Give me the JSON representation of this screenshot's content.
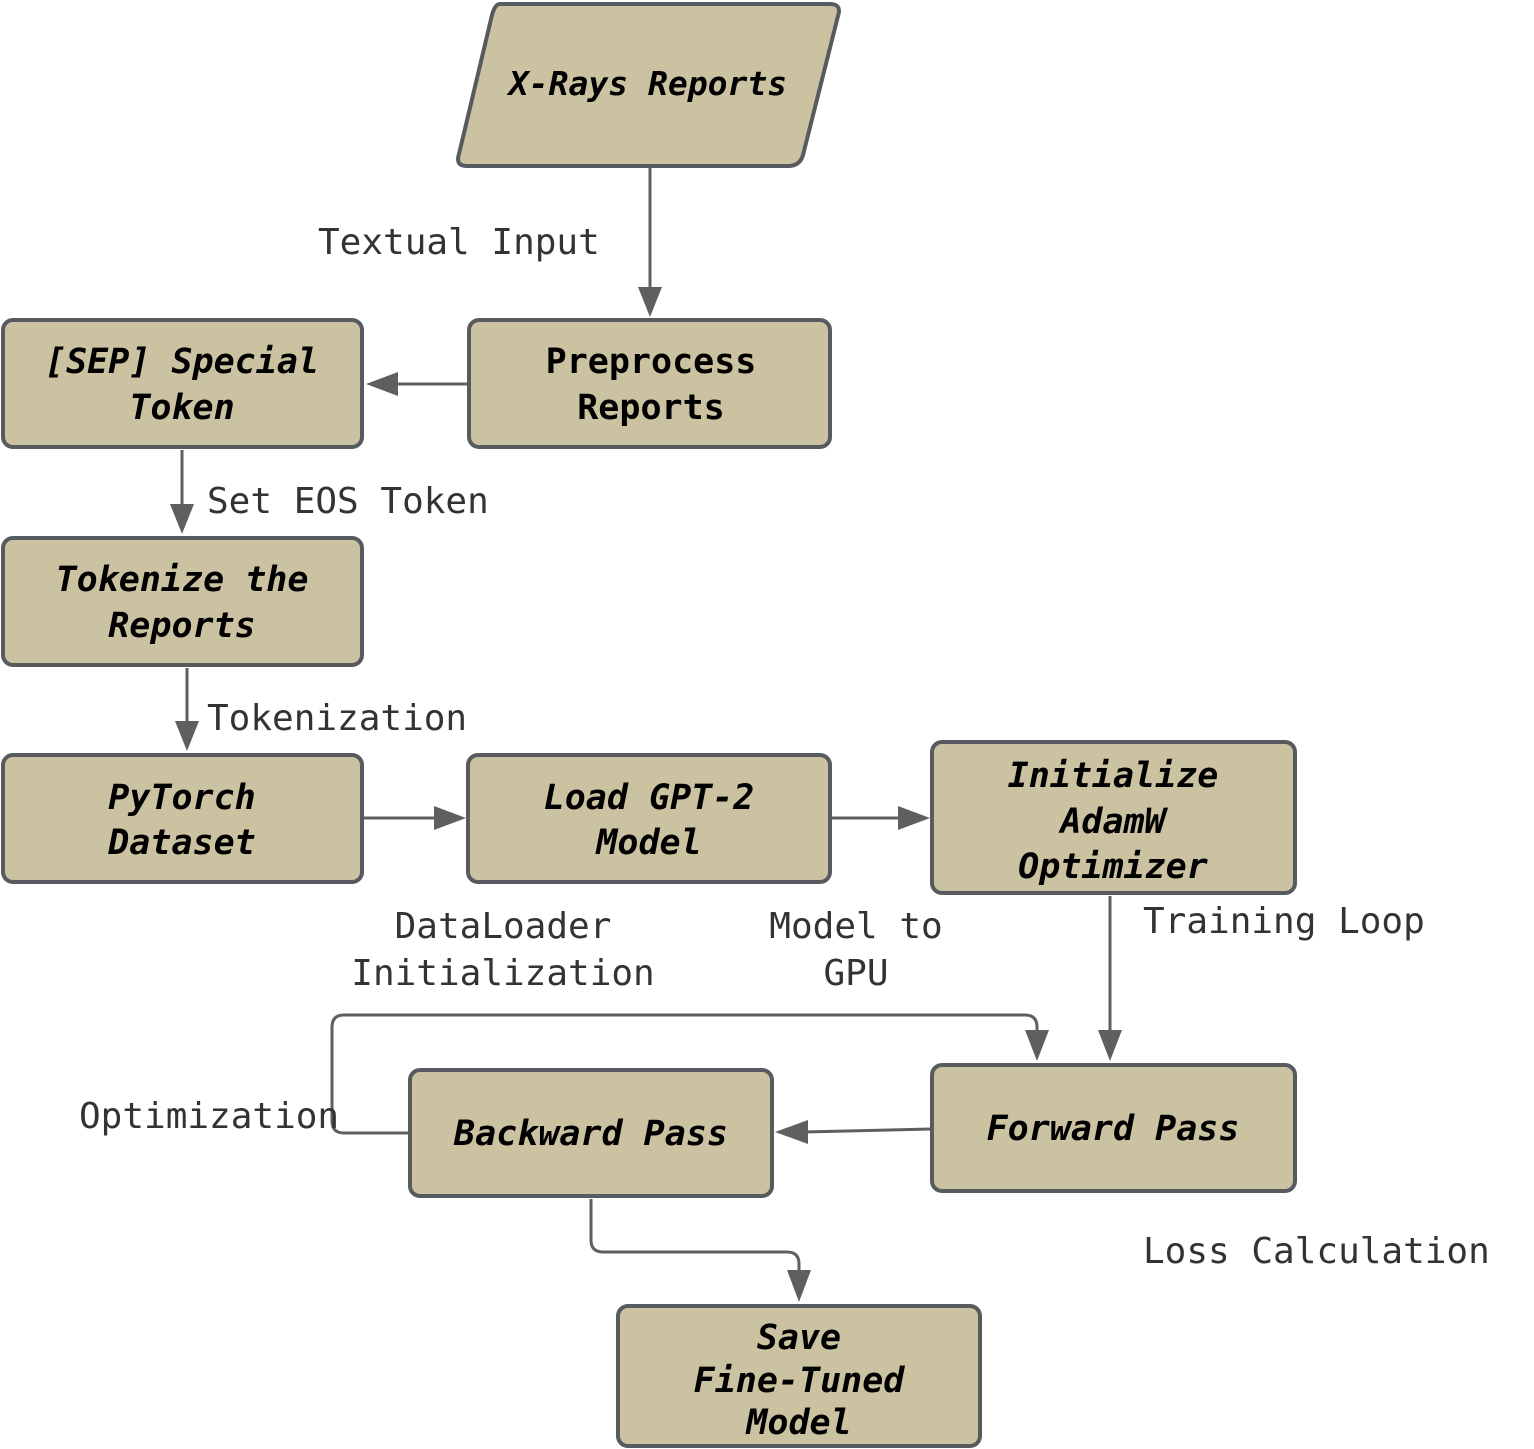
{
  "nodes": {
    "xrays": {
      "label": "X-Rays Reports"
    },
    "preprocess": {
      "line1": "Preprocess",
      "line2": "Reports"
    },
    "sep": {
      "line1": "[SEP] Special",
      "line2": "Token"
    },
    "tokenize": {
      "line1": "Tokenize the",
      "line2": "Reports"
    },
    "dataset": {
      "line1": "PyTorch",
      "line2": "Dataset"
    },
    "gpt2": {
      "line1": "Load GPT-2",
      "line2": "Model"
    },
    "adamw": {
      "line1": "Initialize",
      "line2": "AdamW",
      "line3": "Optimizer"
    },
    "forward": {
      "label": "Forward Pass"
    },
    "backward": {
      "label": "Backward Pass"
    },
    "save": {
      "line1": "Save",
      "line2": "Fine-Tuned",
      "line3": "Model"
    }
  },
  "edge_labels": {
    "textual_input": "Textual Input",
    "set_eos": "Set EOS Token",
    "tokenization": "Tokenization",
    "dataloader_line1": "DataLoader",
    "dataloader_line2": "Initialization",
    "model_gpu_line1": "Model to",
    "model_gpu_line2": "GPU",
    "training_loop": "Training Loop",
    "optimization": "Optimization",
    "loss_calculation": "Loss Calculation"
  },
  "colors": {
    "node_fill": "#cbc2a2",
    "node_stroke": "#575a5e",
    "edge": "#5f5f5f",
    "label_text": "#333333"
  }
}
